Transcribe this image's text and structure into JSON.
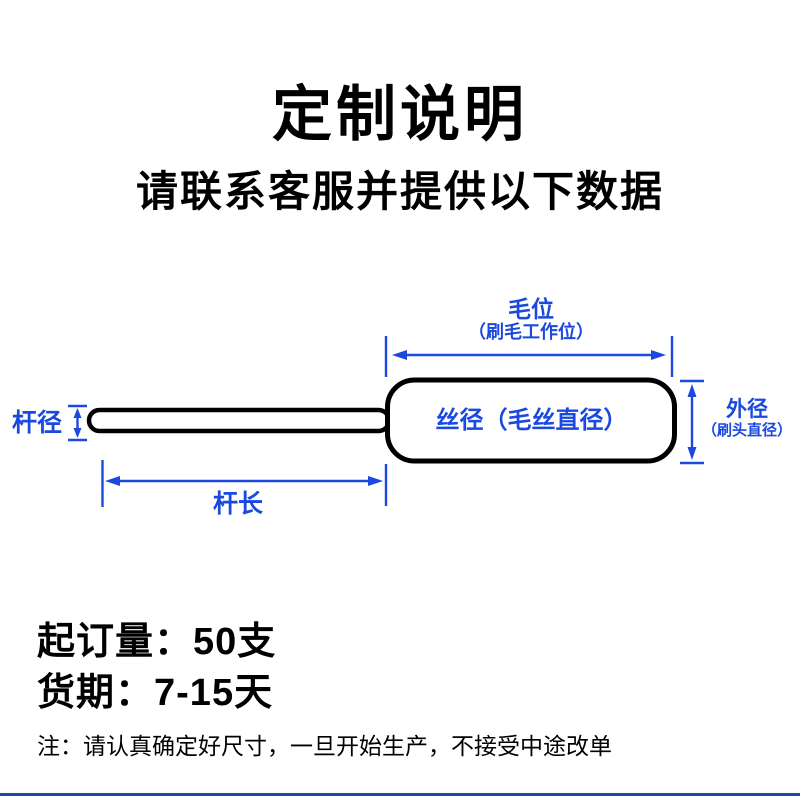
{
  "header": {
    "title": "定制说明",
    "subtitle": "请联系客服并提供以下数据"
  },
  "diagram": {
    "labels": {
      "bristle_zone": "毛位",
      "bristle_zone_sub": "（刷毛工作位）",
      "wire_diameter": "丝径（毛丝直径）",
      "rod_diameter": "杆径",
      "rod_length": "杆长",
      "outer_diameter": "外径",
      "outer_diameter_sub": "（刷头直径）"
    },
    "colors": {
      "dimension_blue": "#1b49e0",
      "outline_black": "#000000"
    }
  },
  "order_info": {
    "moq_label": "起订量：",
    "moq_value": "50支",
    "lead_time_label": "货期：",
    "lead_time_value": "7-15天",
    "note": "注：请认真确定好尺寸，一旦开始生产，不接受中途改单"
  },
  "footer": {
    "divider_color": "#1c4a9c"
  }
}
